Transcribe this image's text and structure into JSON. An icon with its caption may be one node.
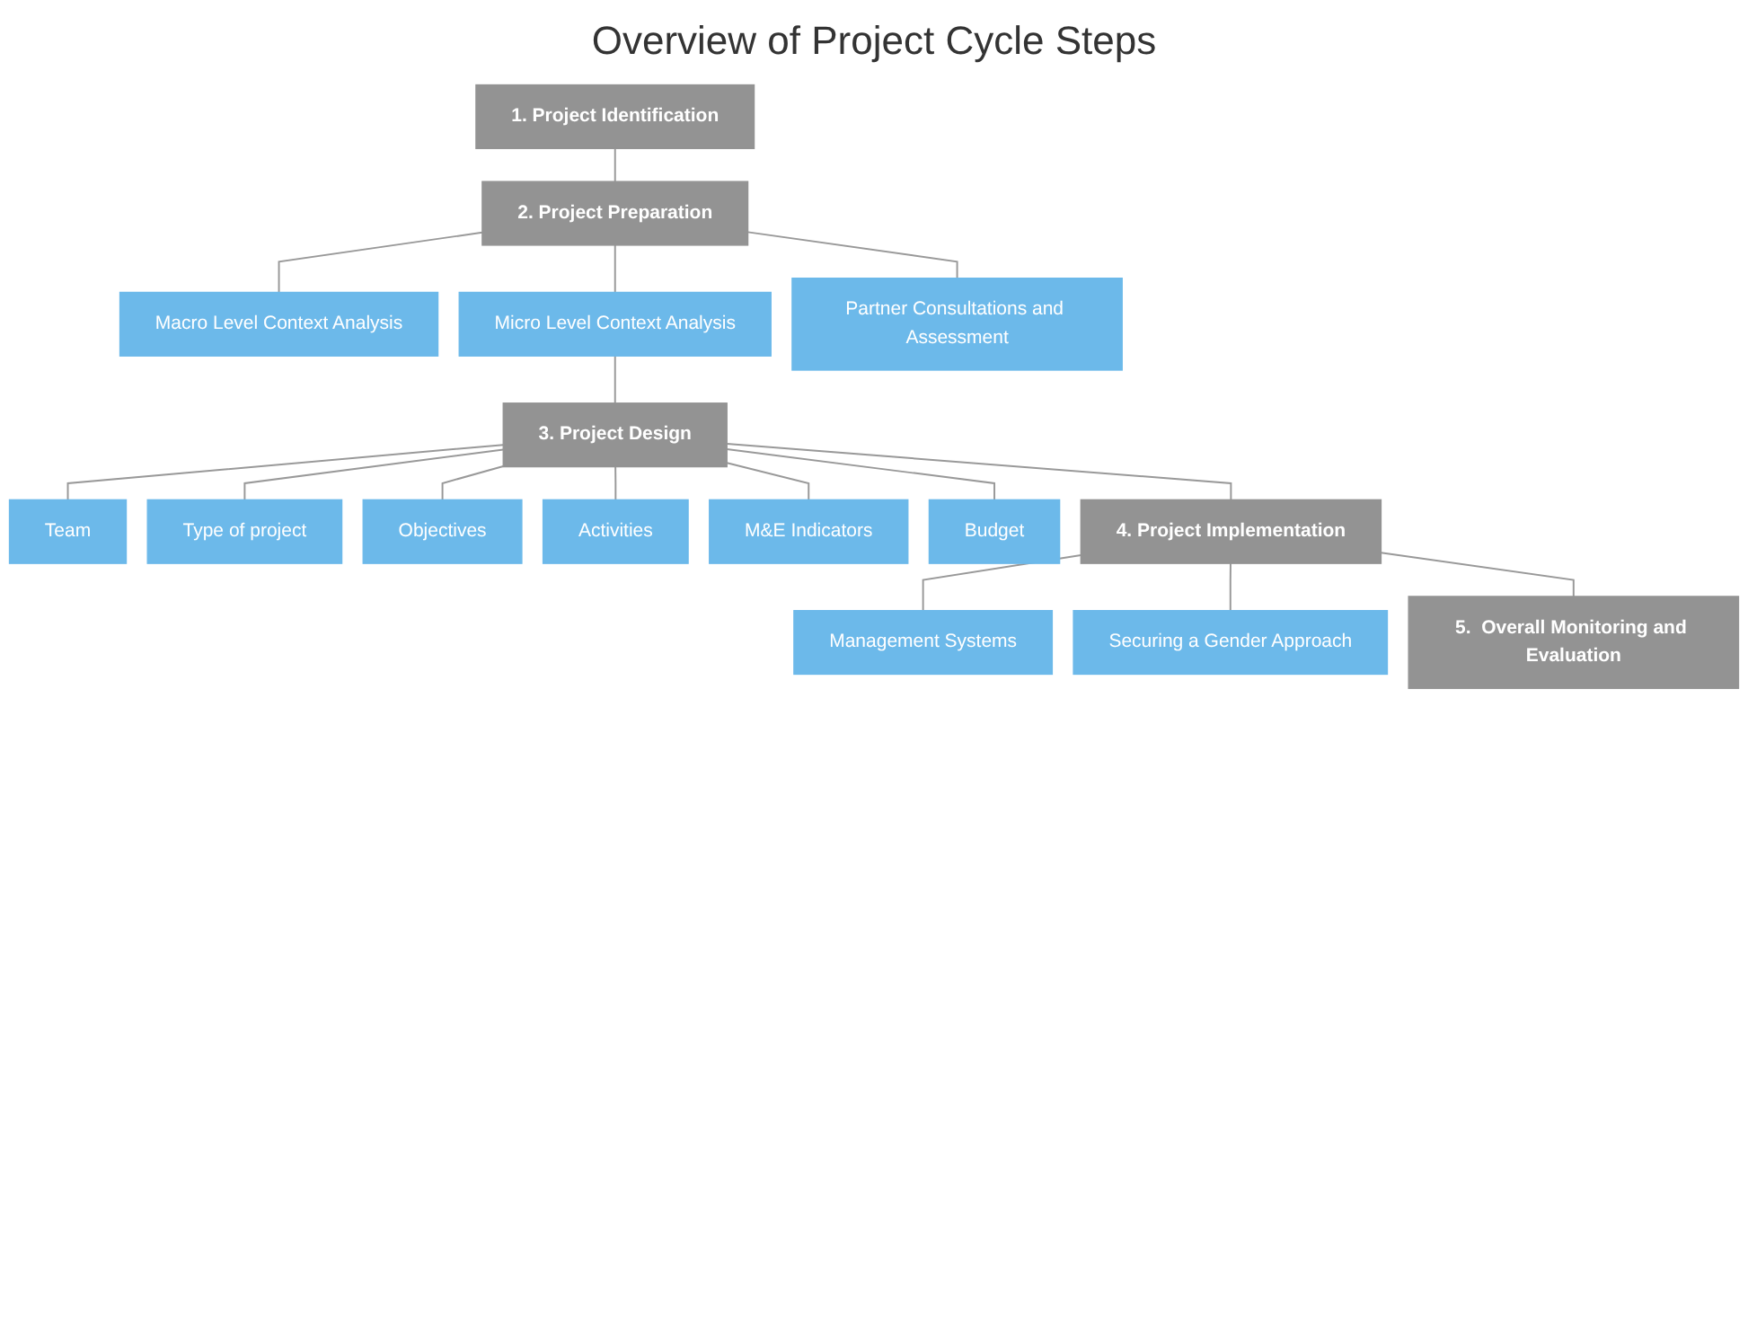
{
  "diagram": {
    "title": "Overview of Project Cycle Steps",
    "nodes": [
      {
        "text": [
          "1.  Project Identification"
        ]
      },
      {
        "text": [
          "2.  Project Preparation"
        ]
      },
      {
        "text": [
          "Macro Level Context Analysis"
        ]
      },
      {
        "text": [
          "Micro Level Context Analysis"
        ]
      },
      {
        "text": [
          "Partner Consultations and Assessment"
        ]
      },
      {
        "text": [
          "3.  Project Design"
        ]
      },
      {
        "text": [
          "Team"
        ]
      },
      {
        "text": [
          "Type of project"
        ]
      },
      {
        "text": [
          "Objectives"
        ]
      },
      {
        "text": [
          "Activities"
        ]
      },
      {
        "text": [
          "M&E Indicators"
        ]
      },
      {
        "text": [
          "Budget"
        ]
      },
      {
        "text": [
          "4.  Project Implementation"
        ]
      },
      {
        "text": [
          "Management Systems"
        ]
      },
      {
        "text": [
          "Securing a Gender Approach"
        ]
      },
      {
        "text": [
          "5.  Overall Monitoring and Evaluation"
        ]
      }
    ],
    "edges": [
      {
        "from": 0,
        "to": 1,
        "arrow": "none"
      },
      {
        "from": 1,
        "to": 2,
        "arrow": "none"
      },
      {
        "from": 1,
        "to": 3,
        "arrow": "none"
      },
      {
        "from": 1,
        "to": 4,
        "arrow": "none"
      },
      {
        "from": 3,
        "to": 5,
        "arrow": "none"
      },
      {
        "from": 5,
        "to": 6,
        "arrow": "none"
      },
      {
        "from": 5,
        "to": 7,
        "arrow": "none"
      },
      {
        "from": 5,
        "to": 8,
        "arrow": "none"
      },
      {
        "from": 5,
        "to": 9,
        "arrow": "none"
      },
      {
        "from": 5,
        "to": 10,
        "arrow": "none"
      },
      {
        "from": 5,
        "to": 11,
        "arrow": "none"
      },
      {
        "from": 5,
        "to": 12,
        "arrow": "none"
      },
      {
        "from": 12,
        "to": 13,
        "arrow": "none"
      },
      {
        "from": 12,
        "to": 14,
        "arrow": "none"
      },
      {
        "from": 12,
        "to": 15,
        "arrow": "none"
      }
    ]
  }
}
